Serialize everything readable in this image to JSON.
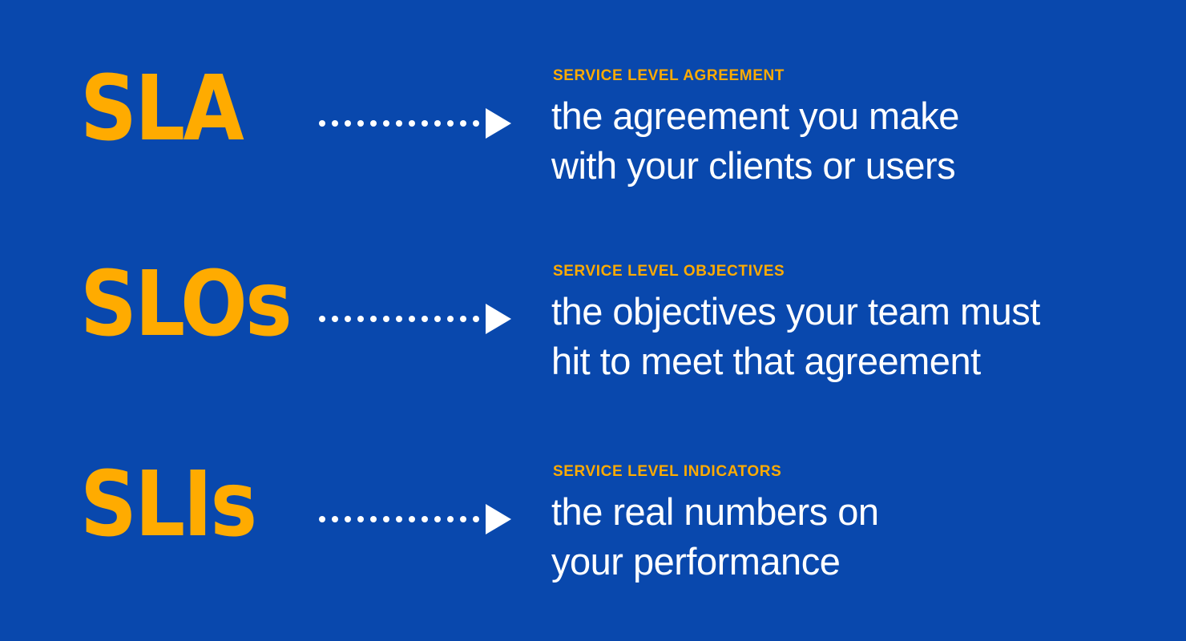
{
  "page": {
    "background_color": "#0948AD",
    "accent_color": "#FFAB00",
    "text_color": "#FFFFFF",
    "arrow_icon": "dotted-arrow-right",
    "arrow_color": "#FFFFFF"
  },
  "rows": [
    {
      "acronym": "SLA",
      "label": "SERVICE LEVEL AGREEMENT",
      "definition_line1": "the agreement you make",
      "definition_line2": "with your clients or users"
    },
    {
      "acronym": "SLOs",
      "label": "SERVICE LEVEL OBJECTIVES",
      "definition_line1": "the objectives your team must",
      "definition_line2": "hit to meet that agreement"
    },
    {
      "acronym": "SLIs",
      "label": "SERVICE LEVEL INDICATORS",
      "definition_line1": "the real numbers on",
      "definition_line2": "your performance"
    }
  ]
}
